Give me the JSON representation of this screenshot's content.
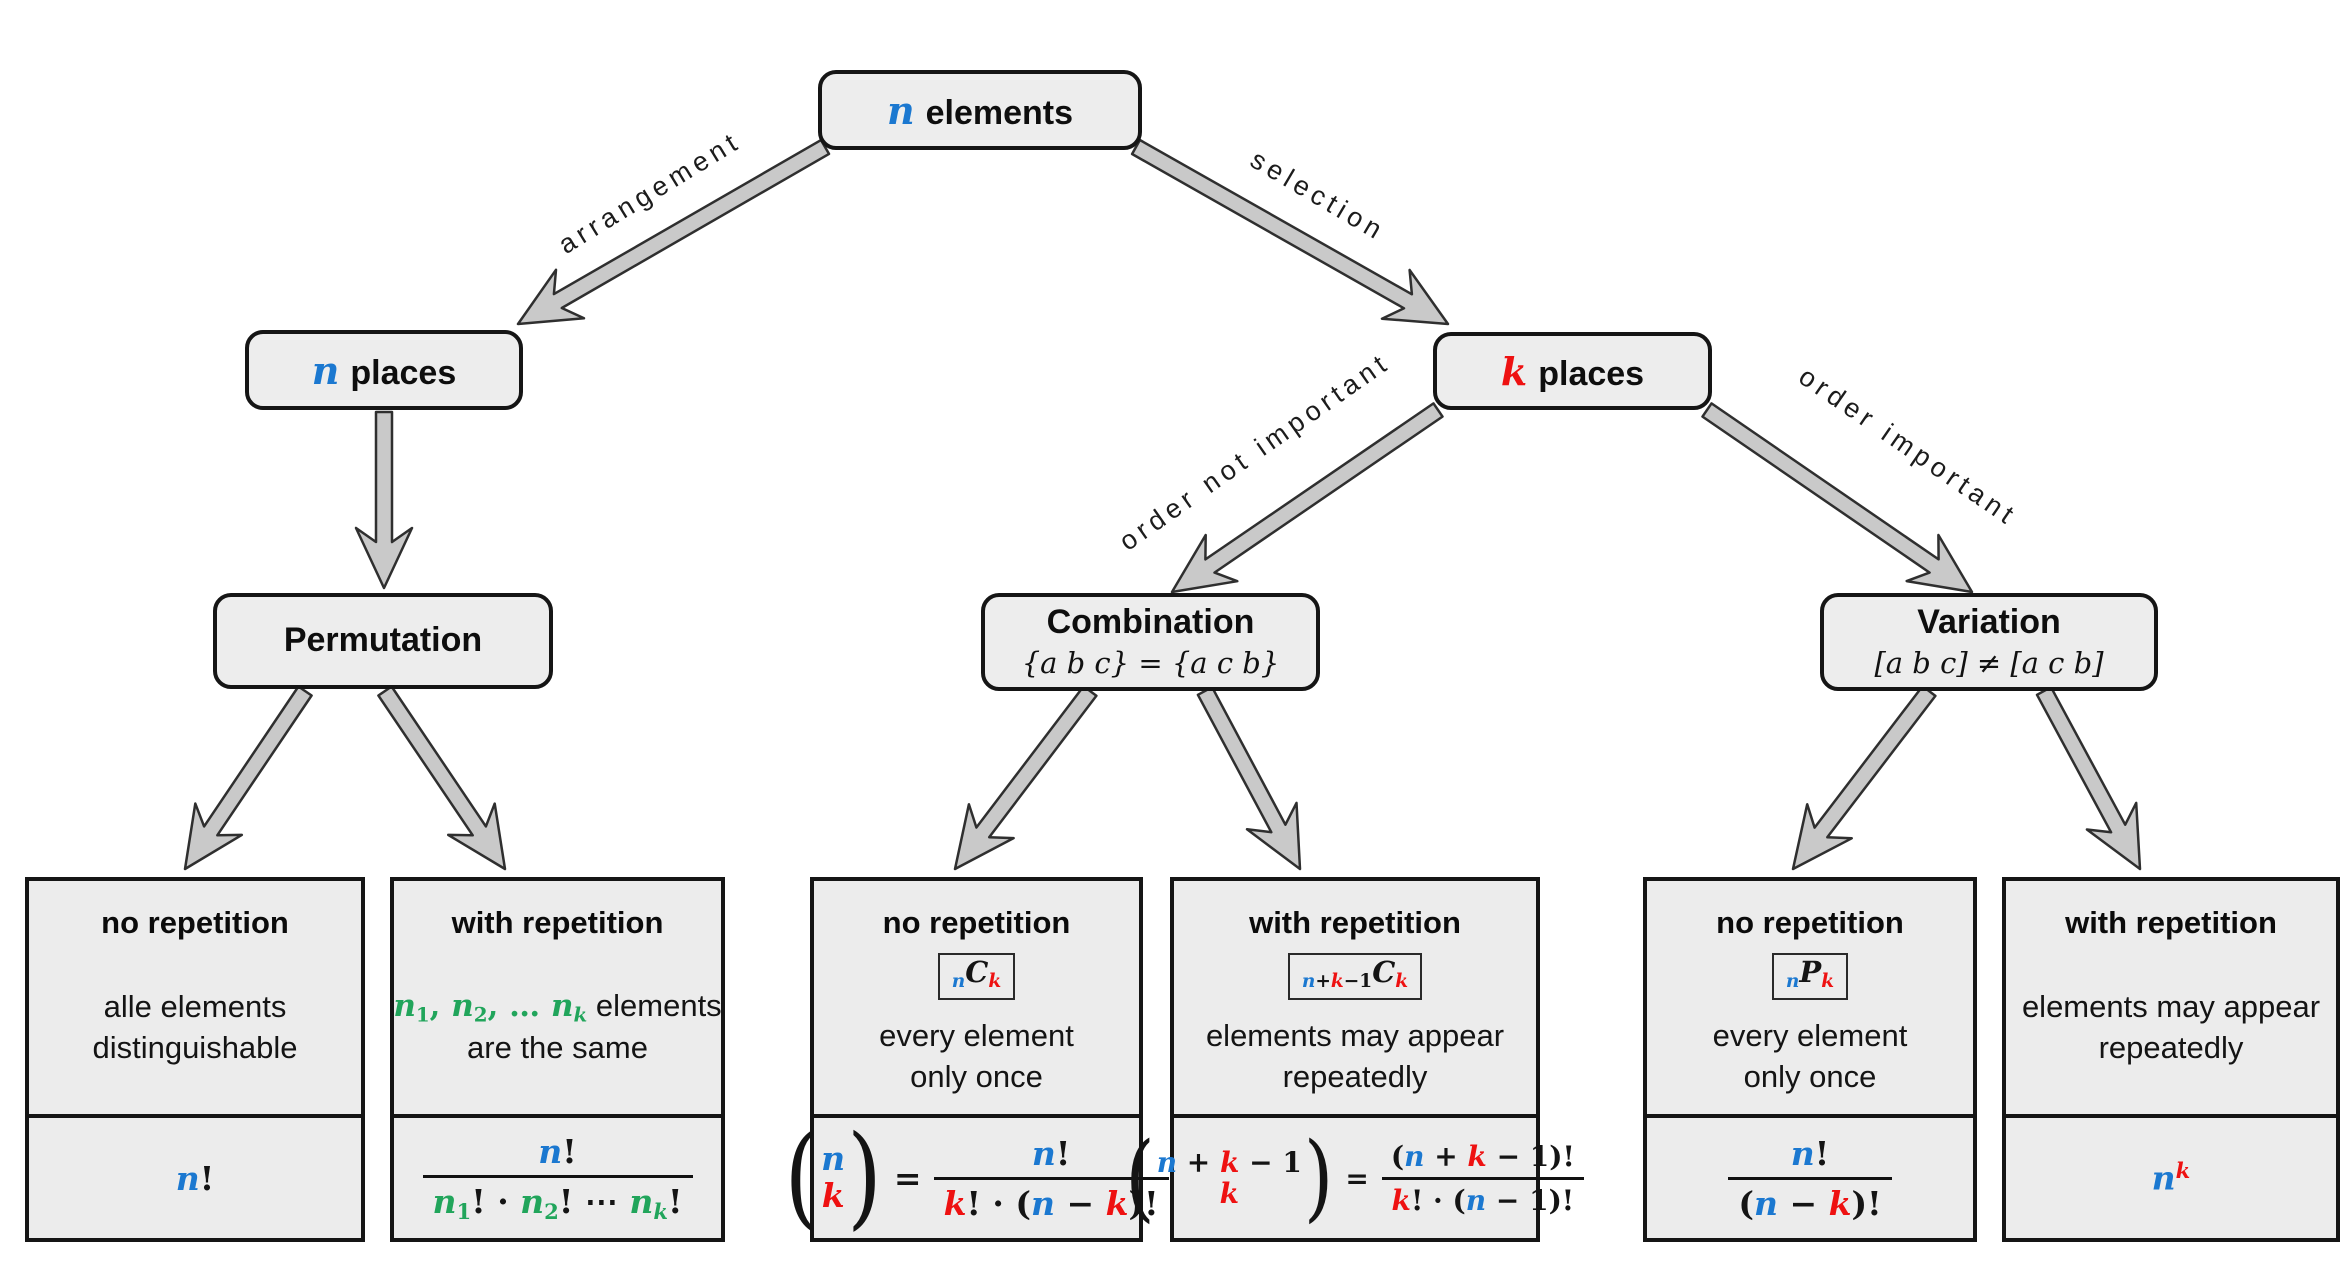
{
  "colors": {
    "blue": "#1b78d0",
    "red": "#ee1111",
    "green": "#21a55b",
    "node_fill": "#ededed",
    "leaf_fill": "#ececec",
    "arrow_fill": "#c9c9c9",
    "arrow_stroke": "#2f2f2f",
    "border": "#151515"
  },
  "nodes": {
    "root": {
      "math": "n",
      "label": "elements"
    },
    "n_places": {
      "math": "n",
      "label": "places"
    },
    "k_places": {
      "math": "k",
      "label": "places"
    },
    "permutation": {
      "title": "Permutation"
    },
    "combination": {
      "title": "Combination",
      "subtitle": "{a b c} = {a c b}"
    },
    "variation": {
      "title": "Variation",
      "subtitle": "[a b c] ≠ [a c b]"
    }
  },
  "edges": {
    "arrangement": "arrangement",
    "selection": "selection",
    "order_not_important": "order not important",
    "order_important": "order important"
  },
  "leaves": [
    {
      "name": "permutation-no-repetition",
      "title": "no repetition",
      "notation": null,
      "desc": [
        [
          {
            "t": "alle elements",
            "plain": true
          }
        ],
        [
          {
            "t": "distinguishable",
            "plain": true
          }
        ]
      ],
      "formula": {
        "type": "tokens",
        "tokens": [
          {
            "t": "n",
            "c": "b"
          },
          {
            "t": "!",
            "up": true
          }
        ]
      }
    },
    {
      "name": "permutation-with-repetition",
      "title": "with repetition",
      "notation": null,
      "desc": [
        [
          {
            "t": "n",
            "c": "g"
          },
          {
            "t": "1",
            "c": "g",
            "v": "sub",
            "up": true
          },
          {
            "t": ", ",
            "c": "g",
            "up": true
          },
          {
            "t": "n",
            "c": "g"
          },
          {
            "t": "2",
            "c": "g",
            "v": "sub",
            "up": true
          },
          {
            "t": ", … ",
            "c": "g",
            "up": true
          },
          {
            "t": "n",
            "c": "g"
          },
          {
            "t": "k",
            "c": "g",
            "v": "sub"
          },
          {
            "t": " elements",
            "plain": true
          }
        ],
        [
          {
            "t": "are the same",
            "plain": true
          }
        ]
      ],
      "formula": {
        "type": "frac",
        "num": [
          {
            "t": "n",
            "c": "b"
          },
          {
            "t": "!",
            "up": true
          }
        ],
        "den": [
          {
            "t": "n",
            "c": "g"
          },
          {
            "t": "1",
            "c": "g",
            "v": "sub",
            "up": true
          },
          {
            "t": "!",
            "up": true
          },
          {
            "t": " · ",
            "up": true
          },
          {
            "t": "n",
            "c": "g"
          },
          {
            "t": "2",
            "c": "g",
            "v": "sub",
            "up": true
          },
          {
            "t": "!",
            "up": true
          },
          {
            "t": " ⋯ ",
            "up": true
          },
          {
            "t": "n",
            "c": "g"
          },
          {
            "t": "k",
            "c": "g",
            "v": "sub"
          },
          {
            "t": "!",
            "up": true
          }
        ]
      }
    },
    {
      "name": "combination-no-repetition",
      "title": "no repetition",
      "notation": [
        {
          "t": "n",
          "c": "b",
          "v": "sub"
        },
        {
          "t": "C"
        },
        {
          "t": "k",
          "c": "r",
          "v": "sub"
        }
      ],
      "desc": [
        [
          {
            "t": "every element",
            "plain": true
          }
        ],
        [
          {
            "t": "only once",
            "plain": true
          }
        ]
      ],
      "formula": {
        "type": "eq",
        "binom": {
          "top": [
            {
              "t": "n",
              "c": "b"
            }
          ],
          "bot": [
            {
              "t": "k",
              "c": "r"
            }
          ]
        },
        "frac": {
          "num": [
            {
              "t": "n",
              "c": "b"
            },
            {
              "t": "!",
              "up": true
            }
          ],
          "den": [
            {
              "t": "k",
              "c": "r"
            },
            {
              "t": "! · (",
              "up": true
            },
            {
              "t": "n",
              "c": "b"
            },
            {
              "t": " − ",
              "up": true
            },
            {
              "t": "k",
              "c": "r"
            },
            {
              "t": ")!",
              "up": true
            }
          ]
        }
      }
    },
    {
      "name": "combination-with-repetition",
      "title": "with repetition",
      "notation": [
        {
          "t": "n",
          "c": "b",
          "v": "sub"
        },
        {
          "t": "+",
          "up": true,
          "v": "sub"
        },
        {
          "t": "k",
          "c": "r",
          "v": "sub"
        },
        {
          "t": "−1",
          "up": true,
          "v": "sub"
        },
        {
          "t": "C"
        },
        {
          "t": "k",
          "c": "r",
          "v": "sub"
        }
      ],
      "desc": [
        [
          {
            "t": "elements may appear",
            "plain": true
          }
        ],
        [
          {
            "t": "repeatedly",
            "plain": true
          }
        ]
      ],
      "formula": {
        "type": "eq",
        "binom": {
          "top": [
            {
              "t": "n",
              "c": "b"
            },
            {
              "t": " + ",
              "up": true
            },
            {
              "t": "k",
              "c": "r"
            },
            {
              "t": " − 1",
              "up": true
            }
          ],
          "bot": [
            {
              "t": "k",
              "c": "r"
            }
          ]
        },
        "frac": {
          "num": [
            {
              "t": "(",
              "up": true
            },
            {
              "t": "n",
              "c": "b"
            },
            {
              "t": " + ",
              "up": true
            },
            {
              "t": "k",
              "c": "r"
            },
            {
              "t": " − 1",
              "up": true
            },
            {
              "t": ")!",
              "up": true
            }
          ],
          "den": [
            {
              "t": "k",
              "c": "r"
            },
            {
              "t": "! · (",
              "up": true
            },
            {
              "t": "n",
              "c": "b"
            },
            {
              "t": " − 1",
              "up": true
            },
            {
              "t": ")!",
              "up": true
            }
          ]
        }
      }
    },
    {
      "name": "variation-no-repetition",
      "title": "no repetition",
      "notation": [
        {
          "t": "n",
          "c": "b",
          "v": "sub"
        },
        {
          "t": "P"
        },
        {
          "t": "k",
          "c": "r",
          "v": "sub"
        }
      ],
      "desc": [
        [
          {
            "t": "every element",
            "plain": true
          }
        ],
        [
          {
            "t": "only once",
            "plain": true
          }
        ]
      ],
      "formula": {
        "type": "frac",
        "num": [
          {
            "t": "n",
            "c": "b"
          },
          {
            "t": "!",
            "up": true
          }
        ],
        "den": [
          {
            "t": "(",
            "up": true
          },
          {
            "t": "n",
            "c": "b"
          },
          {
            "t": " − ",
            "up": true
          },
          {
            "t": "k",
            "c": "r"
          },
          {
            "t": ")!",
            "up": true
          }
        ]
      }
    },
    {
      "name": "variation-with-repetition",
      "title": "with repetition",
      "notation": null,
      "desc": [
        [
          {
            "t": "elements may appear",
            "plain": true
          }
        ],
        [
          {
            "t": "repeatedly",
            "plain": true
          }
        ]
      ],
      "formula": {
        "type": "tokens",
        "tokens": [
          {
            "t": "n",
            "c": "b"
          },
          {
            "t": "k",
            "c": "r",
            "v": "sup"
          }
        ]
      }
    }
  ]
}
